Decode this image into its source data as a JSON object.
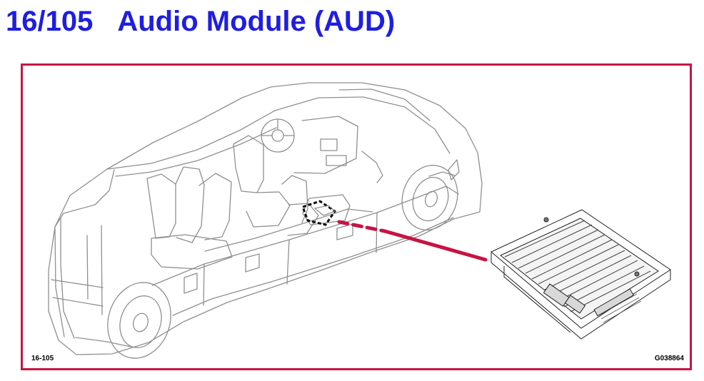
{
  "header": {
    "section_number": "16/105",
    "title": "Audio Module (AUD)"
  },
  "figure": {
    "reference_label": "16-105",
    "figure_code": "G038864",
    "subject_icon": "car-cutaway-illustration",
    "component_icon": "audio-module-heatsink-illustration"
  },
  "colors": {
    "title": "#1f1ee0",
    "frame": "#c61445",
    "callout_line": "#c61445",
    "line_art": "#8f8f8f"
  }
}
